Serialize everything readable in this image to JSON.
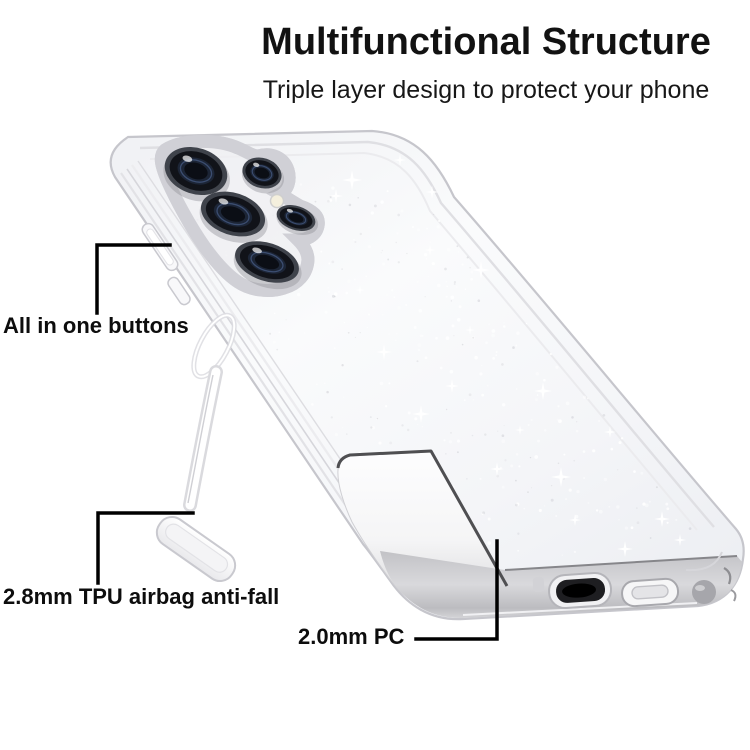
{
  "header": {
    "title": "Multifunctional Structure",
    "subtitle": "Triple layer design to protect your phone"
  },
  "callouts": {
    "buttons": {
      "label": "All in one buttons"
    },
    "tpu": {
      "label": "2.8mm TPU airbag anti-fall"
    },
    "pc": {
      "label": "2.0mm PC"
    }
  },
  "colors": {
    "background": "#ffffff",
    "text": "#111111",
    "callout_line": "#000000",
    "case_edge": "#c6c6cc",
    "plate_edge": "#4f4f52",
    "lens_dark": "#101217",
    "lens_blue": "#44577f",
    "band_gray": "#c2c2c6"
  }
}
